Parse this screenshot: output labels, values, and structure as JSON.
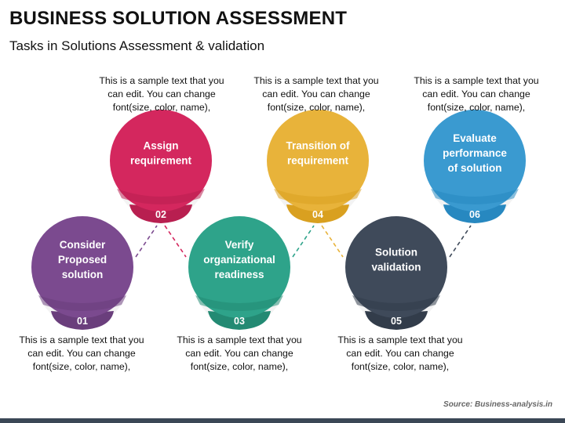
{
  "title": "BUSINESS SOLUTION ASSESSMENT",
  "subtitle": "Tasks in Solutions Assessment & validation",
  "source": "Source: Business-analysis.in",
  "steps": [
    {
      "number": "01",
      "lines": [
        "Consider",
        "Proposed",
        "solution"
      ],
      "color": "#7b4a8f",
      "color_dark": "#6a3e7c",
      "description": [
        "This is a sample text that you",
        "can edit. You can change",
        "font(size, color, name),"
      ]
    },
    {
      "number": "02",
      "lines": [
        "Assign",
        "requirement"
      ],
      "color": "#d4275e",
      "color_dark": "#b81f50",
      "description": [
        "This is a sample text that you",
        "can edit. You can change",
        "font(size, color, name),"
      ]
    },
    {
      "number": "03",
      "lines": [
        "Verify",
        "organizational",
        "readiness"
      ],
      "color": "#2ea38a",
      "color_dark": "#238a73",
      "description": [
        "This is a sample text that you",
        "can edit. You can change",
        "font(size, color, name),"
      ]
    },
    {
      "number": "04",
      "lines": [
        "Transition of",
        "requirement"
      ],
      "color": "#e8b33a",
      "color_dark": "#d9a020",
      "description": [
        "This is a sample text that you",
        "can edit. You can change",
        "font(size, color, name),"
      ]
    },
    {
      "number": "05",
      "lines": [
        "Solution",
        "validation"
      ],
      "color": "#3f4a5a",
      "color_dark": "#323c4a",
      "description": [
        "This is a sample text that you",
        "can edit. You can change",
        "font(size, color, name),"
      ]
    },
    {
      "number": "06",
      "lines": [
        "Evaluate",
        "performance",
        "of solution"
      ],
      "color": "#3a9ad0",
      "color_dark": "#2788c0",
      "description": [
        "This is a sample text that you",
        "can edit. You can change",
        "font(size, color, name),"
      ]
    }
  ],
  "colors": {
    "background": "#ffffff",
    "bar": "#3b4756",
    "tab_light": "#f3f3f3"
  }
}
